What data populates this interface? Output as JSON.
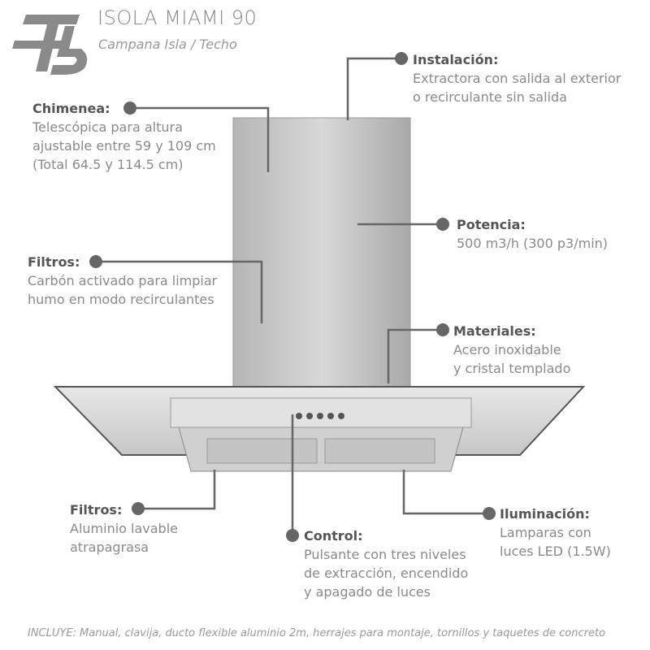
{
  "header": {
    "title": "ISOLA MIAMI 90",
    "subtitle": "Campana Isla / Techo",
    "logo_text": "TH"
  },
  "callouts": {
    "instalacion": {
      "title": "Instalación:",
      "lines": [
        "Extractora con salida al exterior",
        "o recirculante sin salida"
      ]
    },
    "chimenea": {
      "title": "Chimenea:",
      "lines": [
        "Telescópica para altura",
        "ajustable entre 59 y 109 cm",
        "(Total 64.5 y 114.5 cm)"
      ]
    },
    "potencia": {
      "title": "Potencia:",
      "lines": [
        "500 m3/h (300 p3/min)"
      ]
    },
    "filtros_carbon": {
      "title": "Filtros:",
      "lines": [
        "Carbón activado para limpiar",
        "humo en modo recirculantes"
      ]
    },
    "materiales": {
      "title": "Materiales:",
      "lines": [
        "Acero inoxidable",
        "y cristal templado"
      ]
    },
    "filtros_aluminio": {
      "title": "Filtros:",
      "lines": [
        "Aluminio lavable",
        "atrapagrasa"
      ]
    },
    "control": {
      "title": "Control:",
      "lines": [
        "Pulsante con tres niveles",
        "de extracción, encendido",
        "y apagado de luces"
      ]
    },
    "iluminacion": {
      "title": "Iluminación:",
      "lines": [
        "Lamparas con",
        "luces LED (1.5W)"
      ]
    }
  },
  "footer": "INCLUYE: Manual, clavija, ducto flexible aluminio 2m, herrajes para montaje, tornillos y taquetes de concreto",
  "colors": {
    "label": "#555555",
    "text": "#8a8a8a",
    "line": "#666666"
  }
}
